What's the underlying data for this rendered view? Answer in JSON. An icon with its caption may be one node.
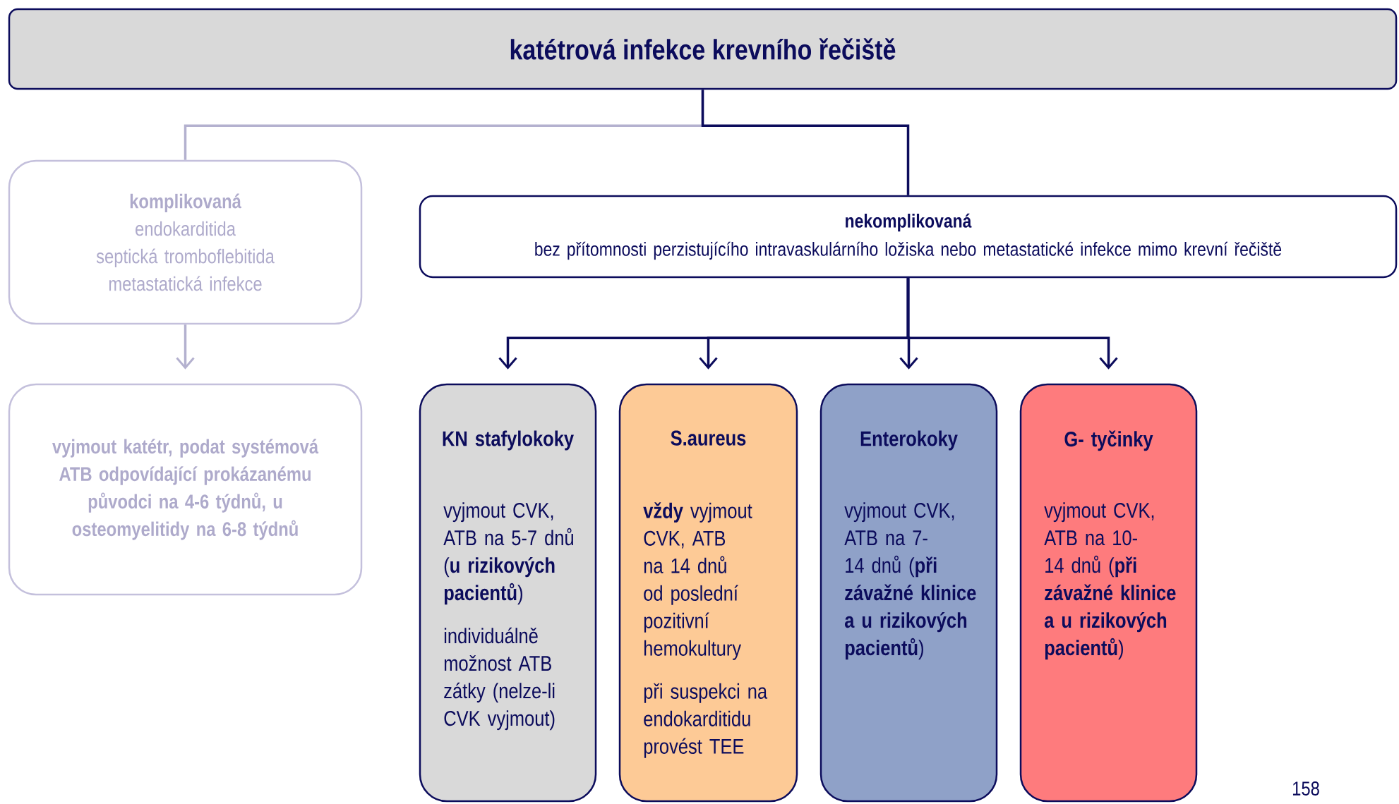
{
  "diagram": {
    "nodes": [
      {
        "text": [
          "katétrová infekce krevního řečiště"
        ]
      },
      {
        "text": [
          "komplikovaná",
          "endokarditida",
          "septická tromboflebitida",
          "metastatická infekce"
        ]
      },
      {
        "text": [
          "nekomplikovaná",
          "bez přítomnosti perzistujícího intravaskulárního ložiska nebo metastatické infekce mimo krevní řečiště"
        ]
      },
      {
        "text": [
          "vyjmout katétr, podat systémová ATB odpovídající prokázanému původci na 4-6 týdnů, u osteomyelitidy na 6-8 týdnů"
        ]
      },
      {
        "text": [
          "KN stafylokoky",
          "vyjmout CVK, ATB na 5-7 dnů (**u rizikových pacientů**)",
          "individuálně možnost ATB zátky (nelze-li CVK vyjmout)"
        ]
      },
      {
        "text": [
          "S.aureus",
          "**vždy** vyjmout CVK, ATB na 14 dnů od poslední pozitivní hemokultury",
          "při suspekci na endokarditidu provést TEE"
        ]
      },
      {
        "text": [
          "Enterokoky",
          "vyjmout CVK, ATB na 7-14 dnů (**při závažné klinice a u rizikových pacientů**)"
        ]
      },
      {
        "text": [
          "G- tyčinky",
          "vyjmout CVK, ATB na 10-14 dnů (**při závažné klinice a u rizikových pacientů**)"
        ]
      }
    ],
    "edges": [
      {
        "from": 0,
        "to": 1,
        "arrow": "none",
        "color": "#b4b1cf"
      },
      {
        "from": 0,
        "to": 2,
        "arrow": "none"
      },
      {
        "from": 1,
        "to": 3,
        "arrow": "to",
        "color": "#b4b1cf"
      },
      {
        "from": 2,
        "to": 4,
        "arrow": "to"
      },
      {
        "from": 2,
        "to": 5,
        "arrow": "to"
      },
      {
        "from": 2,
        "to": 6,
        "arrow": "to"
      },
      {
        "from": 2,
        "to": 7,
        "arrow": "to"
      }
    ],
    "labels": [
      "158"
    ]
  }
}
